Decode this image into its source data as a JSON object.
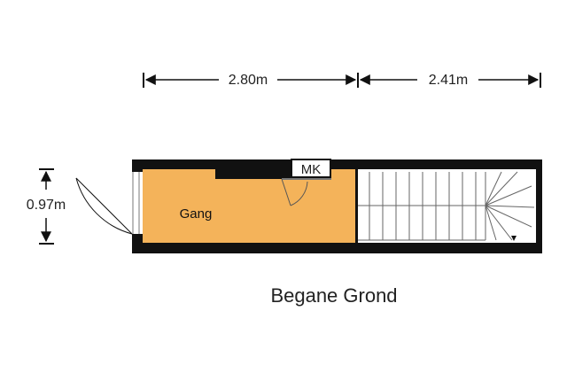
{
  "dimensions": {
    "hallway_width": "2.80m",
    "stair_width": "2.41m",
    "depth": "0.97m"
  },
  "rooms": {
    "hallway": "Gang",
    "meter_cupboard": "MK"
  },
  "floor_name": "Begane Grond",
  "colors": {
    "wall": "#111111",
    "hallway_floor": "#F4B35A",
    "stair_floor": "#FFFFFF",
    "line": "#222222"
  }
}
